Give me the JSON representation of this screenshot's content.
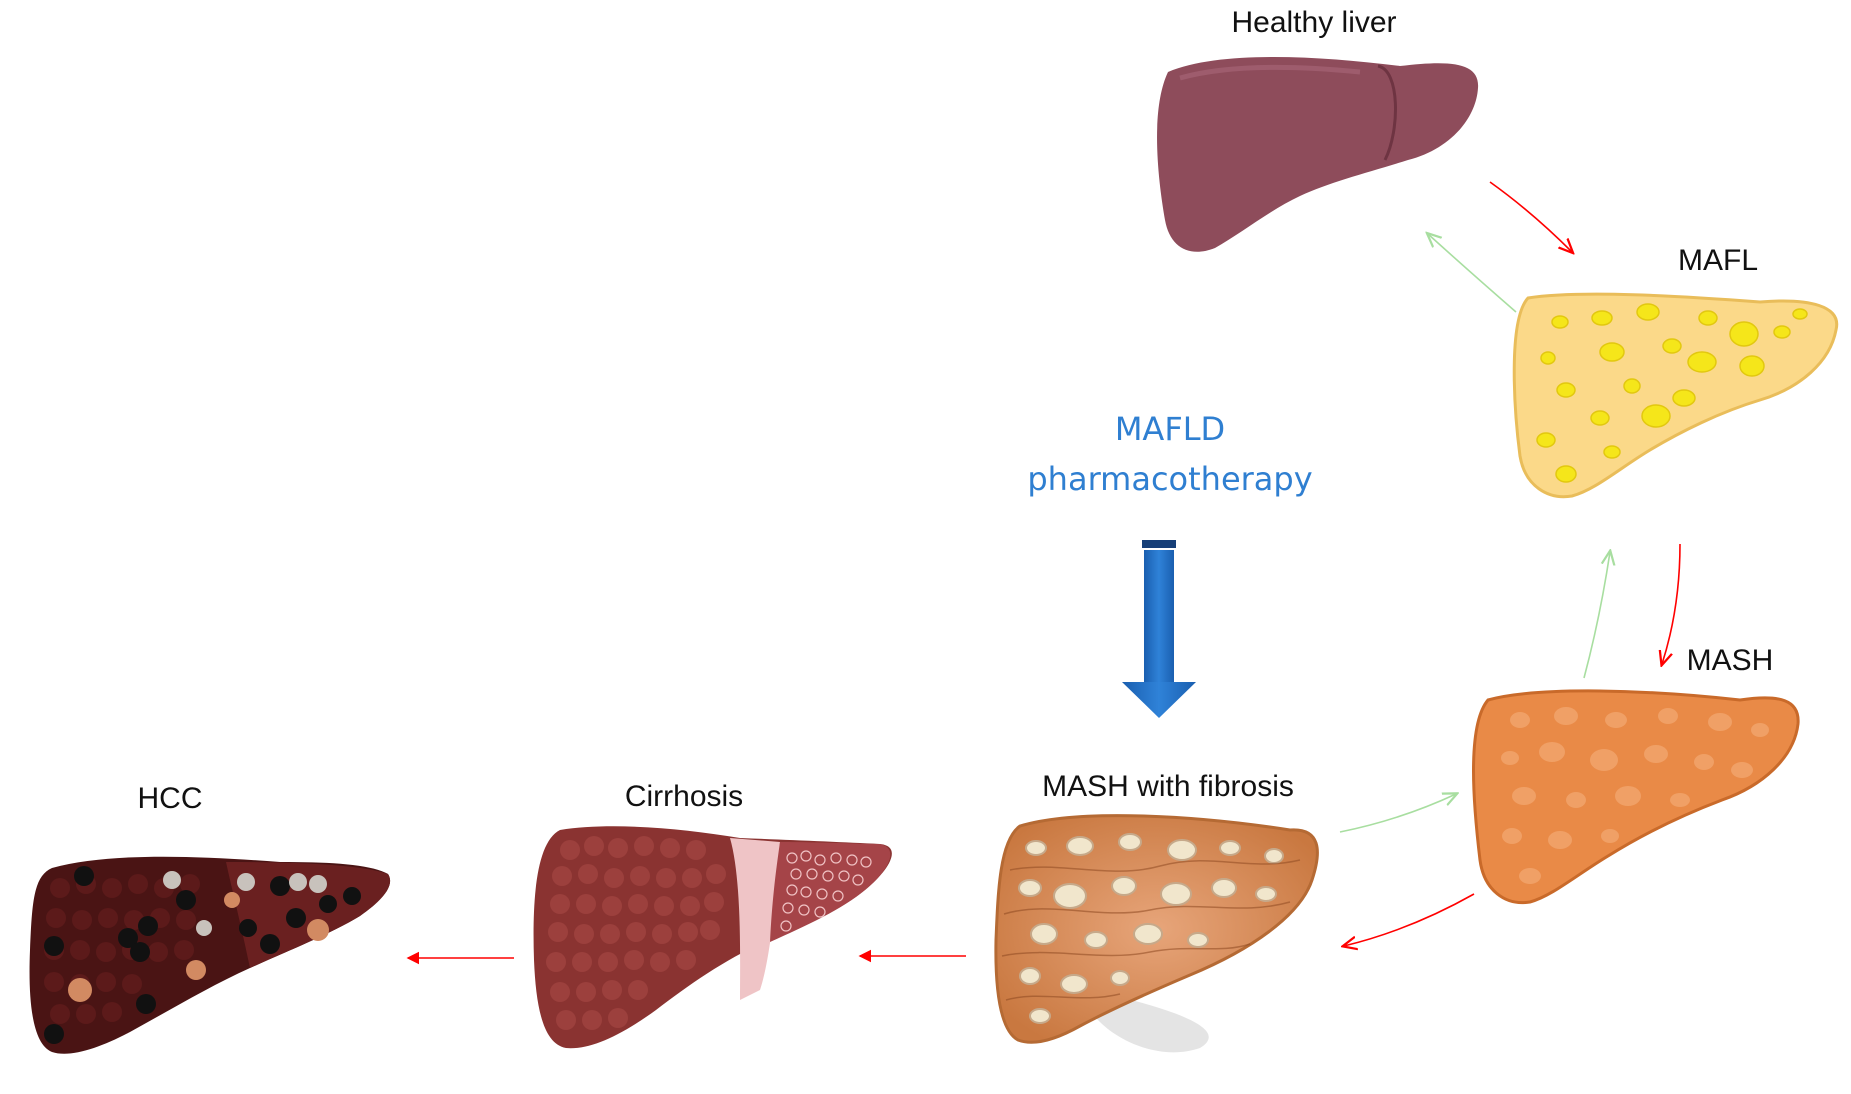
{
  "title": "",
  "stages": {
    "healthy": "Healthy liver",
    "mafl": "MAFL",
    "mash": "MASH",
    "mash_fibrosis": "MASH with fibrosis",
    "cirrhosis": "Cirrhosis",
    "hcc": "HCC"
  },
  "therapy": {
    "line1": "MAFLD",
    "line2": "pharmacotherapy"
  },
  "colors": {
    "healthy": "#8e4c5b",
    "mafl_base": "#fbd989",
    "mafl_spots": "#f5e61a",
    "mash": "#e98a47",
    "mash_fibrosis": "#d98a4e",
    "cirrhosis": "#8a3331",
    "hcc": "#4a1414",
    "progression_arrow": "#ff0000",
    "regression_arrow": "#a8dea0",
    "therapy": "#2f7fd1",
    "therapy_arrow": "#1f6ec5"
  }
}
